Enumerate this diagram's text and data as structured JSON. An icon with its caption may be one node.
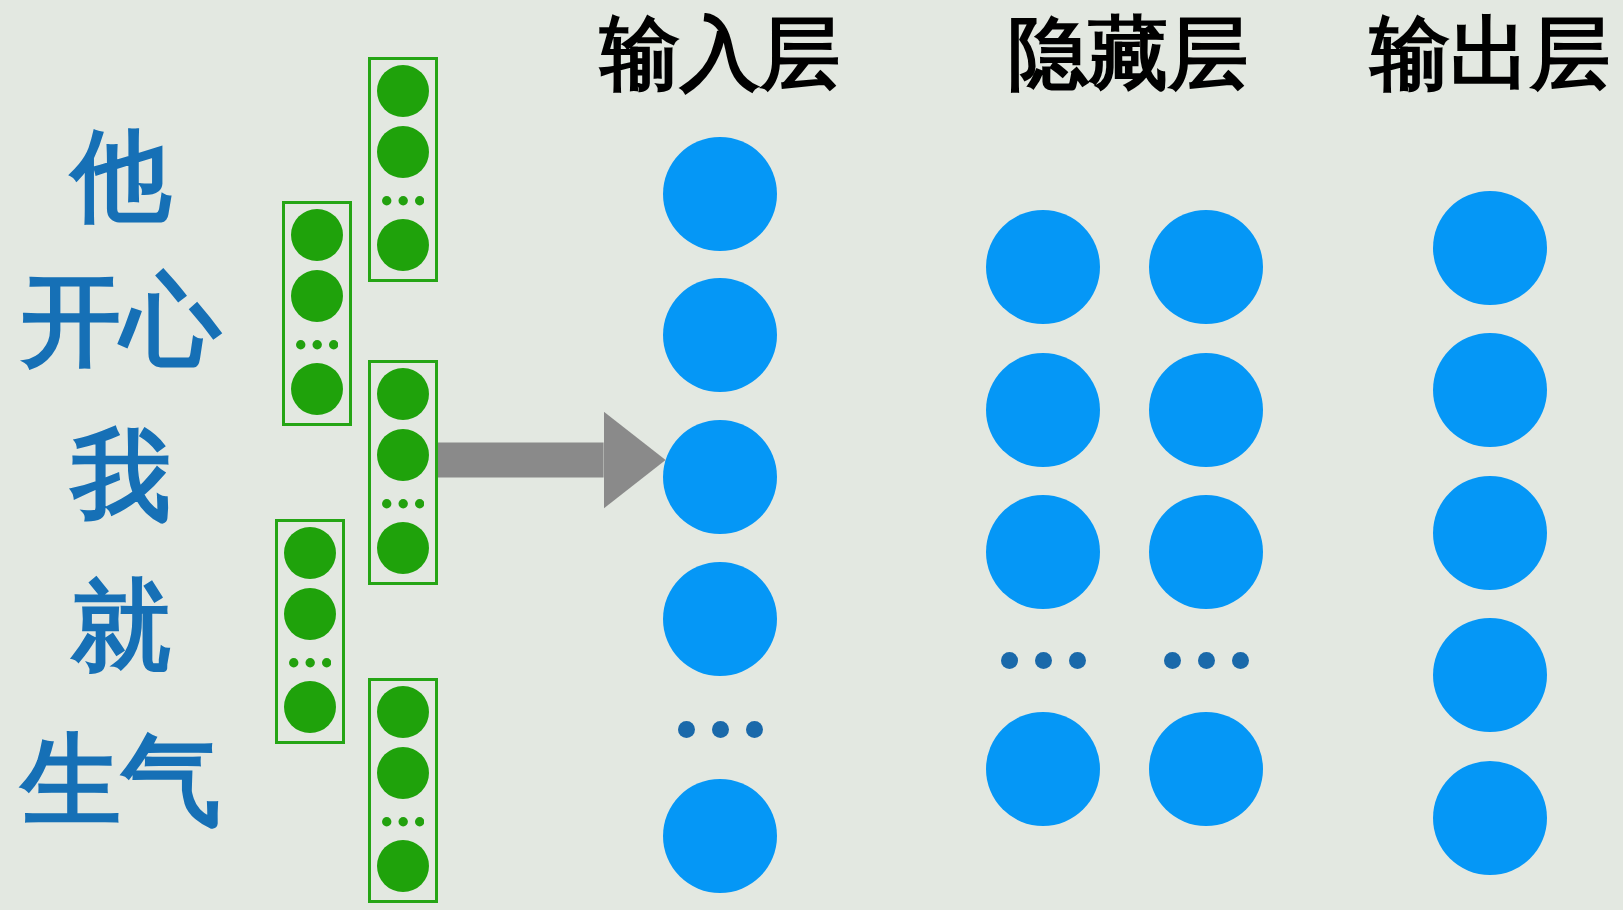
{
  "diagram": {
    "nodes": [
      {
        "text": [],
        "shape": "box"
      },
      {
        "text": [],
        "shape": "circle",
        "in": 0
      },
      {
        "text": [],
        "shape": "circle",
        "in": 0
      },
      {
        "text": [],
        "shape": "circle",
        "in": 0
      },
      {
        "text": [],
        "shape": "box"
      },
      {
        "text": [],
        "shape": "circle",
        "in": 4
      },
      {
        "text": [],
        "shape": "circle",
        "in": 4
      },
      {
        "text": [],
        "shape": "circle",
        "in": 4
      },
      {
        "text": [],
        "shape": "box"
      },
      {
        "text": [],
        "shape": "circle",
        "in": 8
      },
      {
        "text": [],
        "shape": "circle",
        "in": 8
      },
      {
        "text": [],
        "shape": "circle",
        "in": 8
      },
      {
        "text": [],
        "shape": "box"
      },
      {
        "text": [],
        "shape": "circle",
        "in": 12
      },
      {
        "text": [],
        "shape": "circle",
        "in": 12
      },
      {
        "text": [],
        "shape": "circle",
        "in": 12
      },
      {
        "text": [],
        "shape": "box"
      },
      {
        "text": [],
        "shape": "circle",
        "in": 16
      },
      {
        "text": [],
        "shape": "circle",
        "in": 16
      },
      {
        "text": [],
        "shape": "circle",
        "in": 16
      },
      {
        "text": [],
        "shape": "circle"
      },
      {
        "text": [],
        "shape": "circle"
      },
      {
        "text": [],
        "shape": "circle"
      },
      {
        "text": [],
        "shape": "circle"
      },
      {
        "text": [],
        "shape": "circle"
      },
      {
        "text": [],
        "shape": "circle"
      },
      {
        "text": [],
        "shape": "circle"
      },
      {
        "text": [],
        "shape": "circle"
      },
      {
        "text": [],
        "shape": "circle"
      },
      {
        "text": [],
        "shape": "circle"
      },
      {
        "text": [],
        "shape": "circle"
      },
      {
        "text": [],
        "shape": "circle"
      },
      {
        "text": [],
        "shape": "circle"
      },
      {
        "text": [],
        "shape": "circle"
      },
      {
        "text": [],
        "shape": "circle"
      },
      {
        "text": [],
        "shape": "circle"
      },
      {
        "text": [],
        "shape": "circle"
      },
      {
        "text": [],
        "shape": "circle"
      }
    ],
    "edges": [
      {
        "from": 8,
        "to": 22,
        "arrow": "to",
        "color": "#8a8a8a"
      }
    ],
    "labels": [
      "他",
      "开心",
      "我",
      "就",
      "生气",
      "输入层",
      "隐藏层",
      "输出层"
    ]
  }
}
